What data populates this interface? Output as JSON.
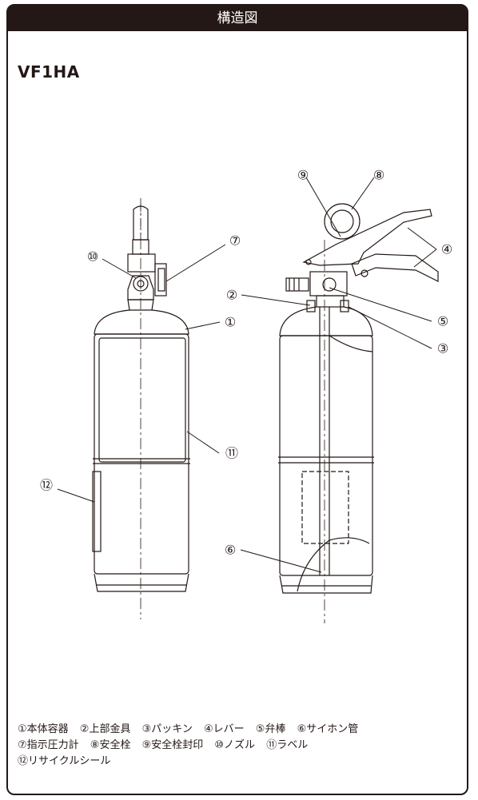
{
  "header": {
    "title": "構造図"
  },
  "model": "VF1HA",
  "callouts": [
    "①",
    "②",
    "③",
    "④",
    "⑤",
    "⑥",
    "⑦",
    "⑧",
    "⑨",
    "⑩",
    "⑪",
    "⑫"
  ],
  "legend": {
    "rows": [
      [
        "①本体容器",
        "②上部金具",
        "③パッキン",
        "④レバー",
        "⑤弁棒",
        "⑥サイホン管"
      ],
      [
        "⑦指示圧力計",
        "⑧安全栓",
        "⑨安全栓封印",
        "⑩ノズル",
        "⑪ラベル"
      ],
      [
        "⑫リサイクルシール"
      ]
    ]
  },
  "colors": {
    "ink": "#231815",
    "background": "#ffffff"
  }
}
